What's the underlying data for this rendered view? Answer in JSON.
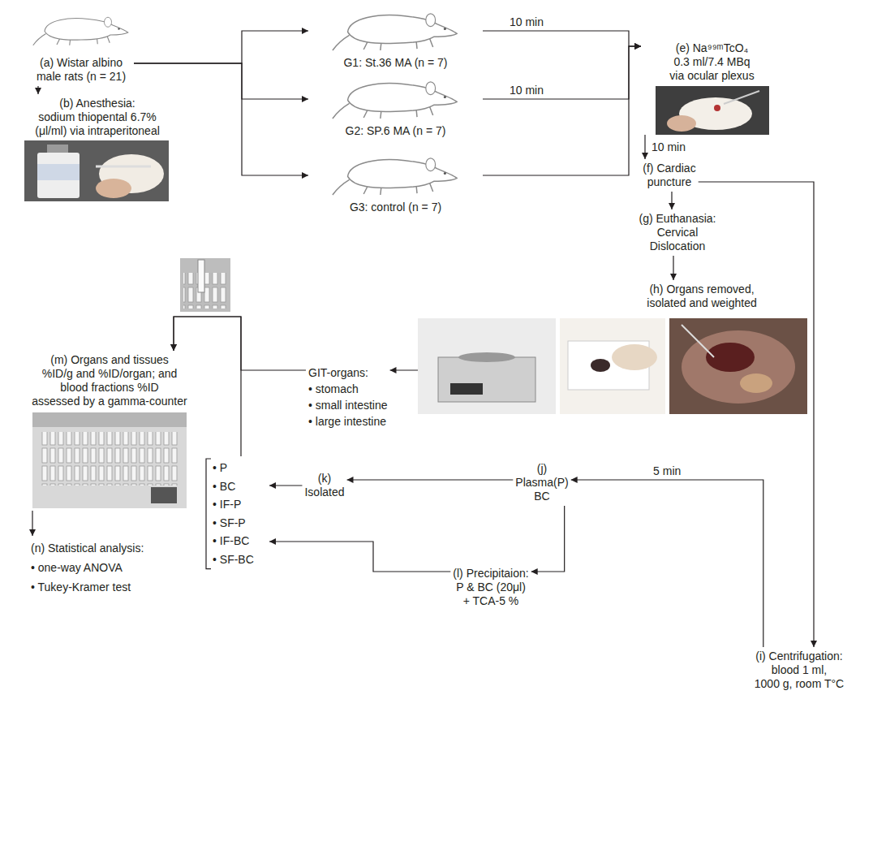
{
  "diagram": {
    "nodes": [
      {
        "text": [
          "(a) Wistar albino male rats (n = 21)"
        ]
      },
      {
        "text": [
          "(b) Anesthesia: sodium thiopental 6.7% (μl/ml) via intraperitoneal"
        ]
      },
      {
        "text": [
          "G1: St.36 MA (n = 7)"
        ]
      },
      {
        "text": [
          "G2: SP.6 MA (n = 7)"
        ]
      },
      {
        "text": [
          "G3: control (n = 7)"
        ]
      },
      {
        "text": [
          "(e) Na⁹⁹ᵐTcO₄ 0.3 ml/7.4 MBq via ocular plexus"
        ]
      },
      {
        "text": [
          "(f) Cardiac puncture"
        ]
      },
      {
        "text": [
          "(g) Euthanasia: Cervical Dislocation"
        ]
      },
      {
        "text": [
          "(h) Organs removed, isolated and weighted"
        ]
      },
      {
        "text": [
          "GIT-organs:",
          "• stomach",
          "• small intestine",
          "• large intestine"
        ]
      },
      {
        "text": [
          "(i) Centrifugation: blood 1 ml, 1000 g, room T°C"
        ]
      },
      {
        "text": [
          "(j) Plasma(P) BC"
        ]
      },
      {
        "text": [
          "(k) Isolated"
        ]
      },
      {
        "text": [
          "(l) Precipitaion: P & BC (20μl) + TCA-5 %"
        ]
      },
      {
        "text": [
          "• P",
          "• BC",
          "• IF-P",
          "• SF-P",
          "• IF-BC",
          "• SF-BC"
        ]
      },
      {
        "text": [
          "(m) Organs and tissues %ID/g and %ID/organ; and blood fractions %ID assessed by a gamma-counter"
        ]
      },
      {
        "text": [
          "(n) Statistical analysis:",
          "• one-way ANOVA",
          "• Tukey-Kramer test"
        ]
      }
    ],
    "edges": [
      {
        "from": 0,
        "to": 1,
        "arrow": "to"
      },
      {
        "from": 0,
        "to": 2,
        "arrow": "to"
      },
      {
        "from": 0,
        "to": 3,
        "arrow": "to"
      },
      {
        "from": 0,
        "to": 4,
        "arrow": "to"
      },
      {
        "from": 2,
        "to": 5,
        "label": "10 min",
        "arrow": "to"
      },
      {
        "from": 3,
        "to": 5,
        "label": "10 min",
        "arrow": "to"
      },
      {
        "from": 4,
        "to": 5,
        "arrow": "to"
      },
      {
        "from": 5,
        "to": 6,
        "label": "10 min",
        "arrow": "to"
      },
      {
        "from": 6,
        "to": 7,
        "arrow": "to"
      },
      {
        "from": 7,
        "to": 8,
        "arrow": "to"
      },
      {
        "from": 8,
        "to": 9,
        "arrow": "to"
      },
      {
        "from": 6,
        "to": 10,
        "arrow": "to"
      },
      {
        "from": 10,
        "to": 11,
        "label": "5 min",
        "arrow": "to"
      },
      {
        "from": 11,
        "to": 12,
        "arrow": "to"
      },
      {
        "from": 12,
        "to": 14,
        "arrow": "to"
      },
      {
        "from": 11,
        "to": 13,
        "arrow": "to"
      },
      {
        "from": 13,
        "to": 14,
        "arrow": "to"
      },
      {
        "from": 9,
        "to": 15,
        "arrow": "to"
      },
      {
        "from": 14,
        "to": 15,
        "arrow": "to"
      },
      {
        "from": 15,
        "to": 16,
        "arrow": "to"
      }
    ]
  }
}
